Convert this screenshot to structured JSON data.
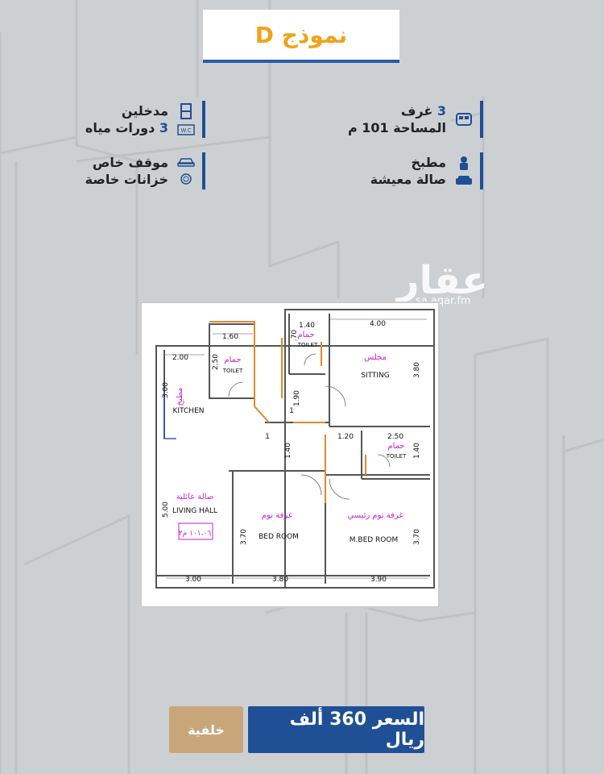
{
  "title": "نموذج D",
  "features_right": [
    {
      "line1_num": "3",
      "line1_text": "غرف",
      "line2": "المساحة 101 م",
      "icon1": "bed-icon",
      "icon2": "ruler-icon"
    },
    {
      "line1": "مطبخ",
      "line2": "صالة معيشة",
      "icon1": "chef-icon",
      "icon2": "sofa-icon"
    }
  ],
  "features_left": [
    {
      "line1": "مدخلين",
      "line2_num": "3",
      "line2_text": "دورات مياه",
      "icon1": "door-icon",
      "icon2": "wc-icon"
    },
    {
      "line1": "موقف خاص",
      "line2": "خزانات خاصة",
      "icon1": "car-icon",
      "icon2": "tank-icon"
    }
  ],
  "watermark": {
    "text": "عقار",
    "url": "sa.aqar.fm"
  },
  "plan": {
    "rooms": {
      "majlis": "مجلس",
      "sitting": "SITTING",
      "toilet1_ar": "حمام",
      "toilet1": "TOILET",
      "toilet2_ar": "حمام",
      "toilet2": "TOILET",
      "toilet3_ar": "حمام",
      "toilet3": "TOILET",
      "kitchen_ar": "مطبخ",
      "kitchen": "KITCHEN",
      "living_ar": "صالة عائلية",
      "living": "LIVING HALL",
      "area": "١٠١،٠٦ م٢",
      "bed_ar": "غرفة نوم",
      "bed": "BED ROOM",
      "mbed_ar": "غرفة نوم رئيسي",
      "mbed": "M.BED ROOM"
    },
    "dims": {
      "d1": "1.40",
      "d2": "4.00",
      "d3": "1.60",
      "d4": "2.00",
      "d5": ".70",
      "d6": "2.50",
      "d7": "3.80",
      "d8": "3.00",
      "d9": "1.90",
      "d10": "2.50",
      "d11": "1.40",
      "d12": "1.40",
      "d13": "1.20",
      "d14": "5.00",
      "d15": "3.70",
      "d16": "3.70",
      "d17": "3.00",
      "d18": "3.80",
      "d19": "3.90",
      "door1": "1",
      "door2": "1"
    }
  },
  "price_label": "السعر 360 ألف ريال",
  "back_label": "خلفية",
  "colors": {
    "blue": "#1f4f95",
    "orange": "#f1a21a",
    "gold": "#c9a679",
    "magenta": "#cc1ecc",
    "bg": "#cdd0d3"
  }
}
